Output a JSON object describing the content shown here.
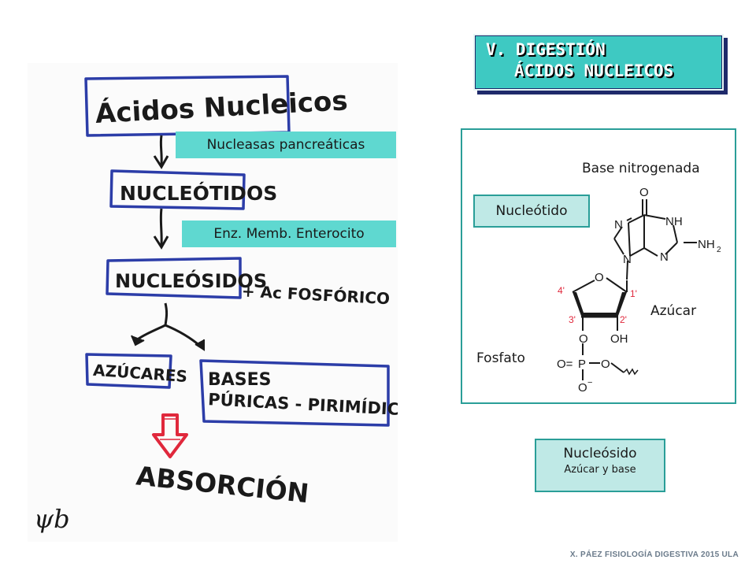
{
  "title": {
    "line1": "V. DIGESTIÓN",
    "line2": "ÁCIDOS NUCLEICOS"
  },
  "flow": {
    "acidos": "Ácidos Nucleicos",
    "nucleotidos": "NUCLEÓTIDOS",
    "nucleosidos": "NUCLEÓSIDOS",
    "ac_fosforico": "+ Ac FOSFÓRICO",
    "azucares": "AZÚCARES",
    "bases_line1": "BASES",
    "bases_line2": "PÚRICAS - PIRIMÍDICAS",
    "absorcion": "ABSORCIÓN",
    "enzyme1": "Nucleasas pancreáticas",
    "enzyme2": "Enz. Memb. Enterocito",
    "signature": "ψb"
  },
  "diagram": {
    "nucleotido_label": "Nucleótido",
    "base_label": "Base nitrogenada",
    "azucar_label": "Azúcar",
    "fosfato_label": "Fosfato",
    "atoms": {
      "O_top": "O",
      "NH": "NH",
      "NH2": "NH",
      "NH2_sub": "2",
      "N_left": "N",
      "N_bottom": "N",
      "N_glyco": "N",
      "O_ring": "O",
      "c4": "4'",
      "c1": "1'",
      "c3": "3'",
      "c2": "2'",
      "O_3": "O",
      "OH": "OH",
      "P": "P",
      "O_eq": "O=",
      "O_right": "O",
      "O_minus": "O",
      "minus": "−"
    }
  },
  "nucleosido": {
    "title": "Nucleósido",
    "subtitle": "Azúcar y base"
  },
  "footer": "X. PÁEZ   FISIOLOGÍA DIGESTIVA 2015 ULA",
  "colors": {
    "cyan": "#5fd8d0",
    "teal_border": "#2a9e98",
    "ink_blue": "#2c3da8",
    "ink_black": "#1a1a1a",
    "arrow_red": "#e0283c",
    "title_bg": "#3ec9c2"
  }
}
